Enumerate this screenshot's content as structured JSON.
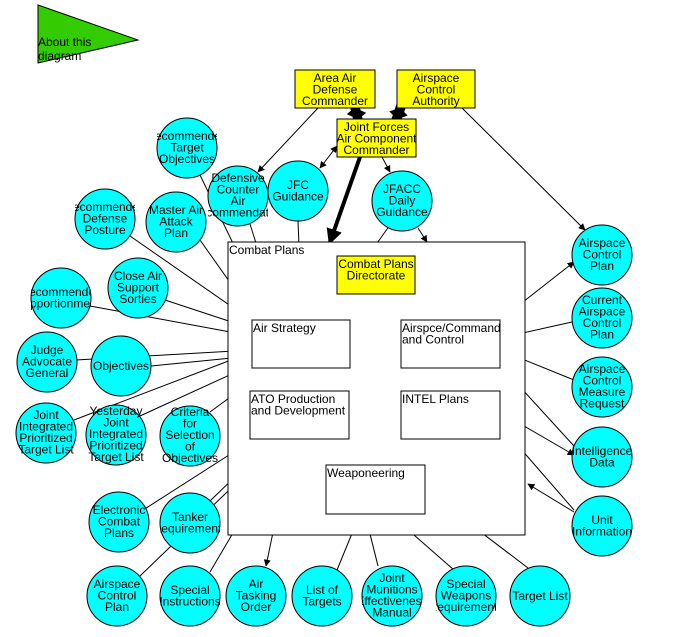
{
  "about": {
    "label_lines": [
      "About this",
      "diagram"
    ],
    "color": "#33cc00"
  },
  "container": {
    "label": "Combat Plans"
  },
  "colors": {
    "circle": "#00ffff",
    "highlight": "#ffff00",
    "box": "#ffffff",
    "line": "#000000"
  },
  "nodes": [
    {
      "id": "aadc",
      "lines": [
        "Area Air",
        "Defense",
        "Commander"
      ]
    },
    {
      "id": "aca",
      "lines": [
        "Airspace",
        "Control",
        "Authority"
      ]
    },
    {
      "id": "jfacc",
      "lines": [
        "Joint Forces",
        "Air Component",
        "Commander"
      ]
    },
    {
      "id": "cpd",
      "lines": [
        "Combat Plans",
        "Directorate"
      ]
    },
    {
      "id": "airstrat",
      "lines": [
        "Air Strategy"
      ]
    },
    {
      "id": "airspce",
      "lines": [
        "Airspce/Command",
        "and Control"
      ]
    },
    {
      "id": "ato",
      "lines": [
        "ATO Production",
        "and Development"
      ]
    },
    {
      "id": "intel",
      "lines": [
        "INTEL Plans"
      ]
    },
    {
      "id": "weap",
      "lines": [
        "Weaponeering"
      ]
    },
    {
      "id": "rto",
      "lines": [
        "Recommended",
        "Target",
        "Objectives"
      ]
    },
    {
      "id": "dca",
      "lines": [
        "Defensive",
        "Counter",
        "Air",
        "Recommendation"
      ]
    },
    {
      "id": "jfcg",
      "lines": [
        "JFC",
        "Guidance"
      ]
    },
    {
      "id": "jdg",
      "lines": [
        "JFACC",
        "Daily",
        "Guidance"
      ]
    },
    {
      "id": "rdp",
      "lines": [
        "Recommended",
        "Defense",
        "Posture"
      ]
    },
    {
      "id": "maap",
      "lines": [
        "Master Air",
        "Attack",
        "Plan"
      ]
    },
    {
      "id": "cass",
      "lines": [
        "Close Air",
        "Support",
        "Sorties"
      ]
    },
    {
      "id": "rapp",
      "lines": [
        "Recommended",
        "Apportionment"
      ]
    },
    {
      "id": "jag",
      "lines": [
        "Judge",
        "Advocate",
        "General"
      ]
    },
    {
      "id": "obj",
      "lines": [
        "Objectives"
      ]
    },
    {
      "id": "jiptl",
      "lines": [
        "Joint",
        "Integrated",
        "Prioritized",
        "Target List"
      ]
    },
    {
      "id": "yjiptl",
      "lines": [
        "Yesterday",
        "Joint",
        "Integrated",
        "Prioritized",
        "Target List"
      ]
    },
    {
      "id": "csoo",
      "lines": [
        "Criteria",
        "for",
        "Selection",
        "of",
        "Objectives"
      ]
    },
    {
      "id": "acp1",
      "lines": [
        "Airspace",
        "Control",
        "Plan"
      ]
    },
    {
      "id": "cacp",
      "lines": [
        "Current",
        "Airspace",
        "Control",
        "Plan"
      ]
    },
    {
      "id": "acmr",
      "lines": [
        "Airspace",
        "Control",
        "Measure",
        "Request"
      ]
    },
    {
      "id": "idata",
      "lines": [
        "Intelligence",
        "Data"
      ]
    },
    {
      "id": "uinfo",
      "lines": [
        "Unit",
        "Information"
      ]
    },
    {
      "id": "ecp",
      "lines": [
        "Electronic",
        "Combat",
        "Plans"
      ]
    },
    {
      "id": "treq",
      "lines": [
        "Tanker",
        "Requirements"
      ]
    },
    {
      "id": "acp2",
      "lines": [
        "Airspace",
        "Control",
        "Plan"
      ]
    },
    {
      "id": "sins",
      "lines": [
        "Special",
        "Instructions"
      ]
    },
    {
      "id": "ato2",
      "lines": [
        "Air",
        "Tasking",
        "Order"
      ]
    },
    {
      "id": "lot",
      "lines": [
        "List of",
        "Targets"
      ]
    },
    {
      "id": "jmem",
      "lines": [
        "Joint",
        "Munitions",
        "Effectiveness",
        "Manual"
      ]
    },
    {
      "id": "swr",
      "lines": [
        "Special",
        "Weapons",
        "Requirements"
      ]
    },
    {
      "id": "tlist",
      "lines": [
        "Target List"
      ]
    }
  ]
}
